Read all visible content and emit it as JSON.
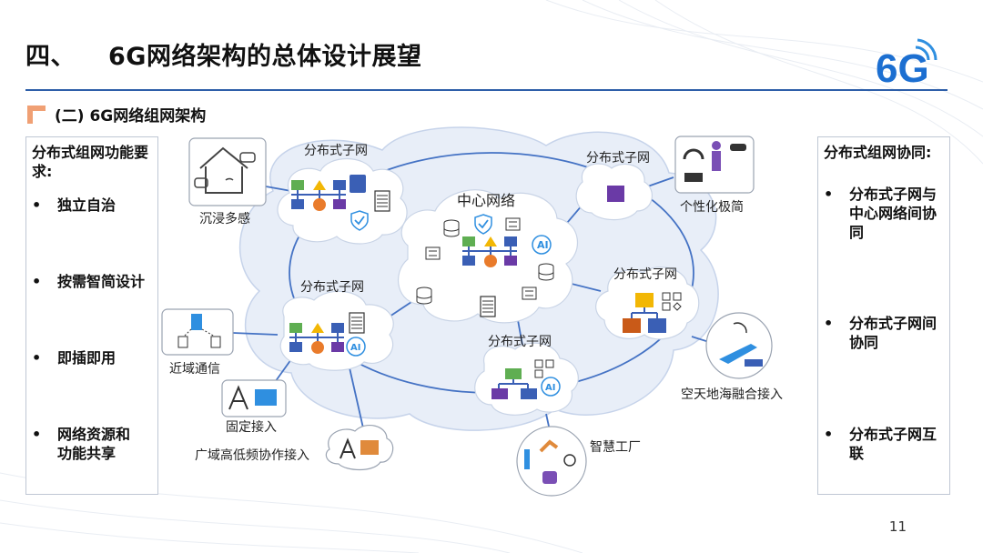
{
  "header": {
    "number": "四、",
    "title": "6G网络架构的总体设计展望",
    "logo": "6G"
  },
  "section": {
    "title": "(二) 6G网络组网架构"
  },
  "left_panel": {
    "heading": "分布式组网功能要求:",
    "items": [
      "独立自治",
      "按需智简设计",
      "即插即用",
      "网络资源和功能共享"
    ]
  },
  "right_panel": {
    "heading": "分布式组网协同:",
    "items": [
      "分布式子网与中心网络间协同",
      "分布式子网间协同",
      "分布式子网互联"
    ]
  },
  "diagram": {
    "center": "中心网络",
    "subnet_label": "分布式子网",
    "ai_badge": "AI",
    "scenarios": [
      "沉浸多感",
      "个性化极简",
      "近域通信",
      "固定接入",
      "广域高低频协作接入",
      "空天地海融合接入",
      "智慧工厂"
    ]
  },
  "colors": {
    "accent": "#2e5fa9",
    "cloud": "#e8eef8",
    "cloud_edge": "#c6d3ea",
    "link": "#4472c4",
    "orange": "#f0a074"
  },
  "page_number": "11"
}
